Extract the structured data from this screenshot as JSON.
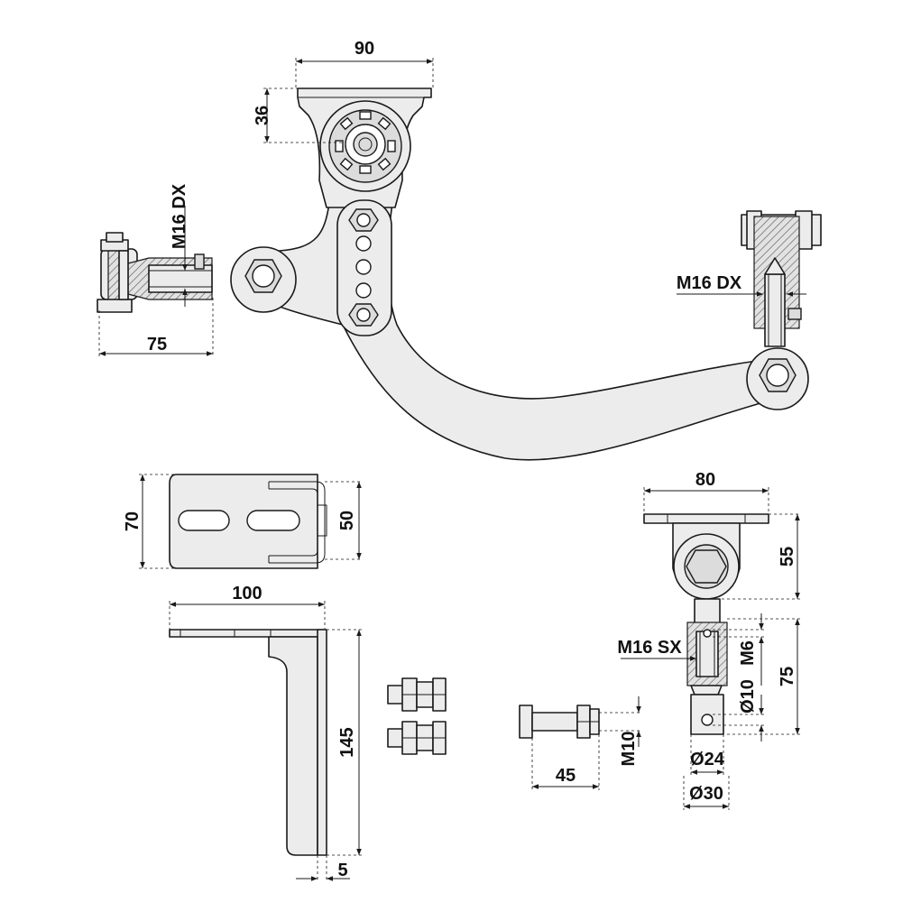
{
  "dimensions": {
    "top_width": "90",
    "top_height": "36",
    "left_thread": "M16 DX",
    "left_length": "75",
    "right_thread": "M16 DX",
    "plate_height": "70",
    "plate_inner": "50",
    "bracket_width": "100",
    "bracket_height": "145",
    "bracket_thickness": "5",
    "swivel_width": "80",
    "swivel_height": "55",
    "swivel_thread": "M16 SX",
    "swivel_small_thread": "M6",
    "swivel_length": "75",
    "pin_hole": "Ø10",
    "pin_d24": "Ø24",
    "pin_d30": "Ø30",
    "bolt_thread": "M10",
    "bolt_length": "45"
  }
}
